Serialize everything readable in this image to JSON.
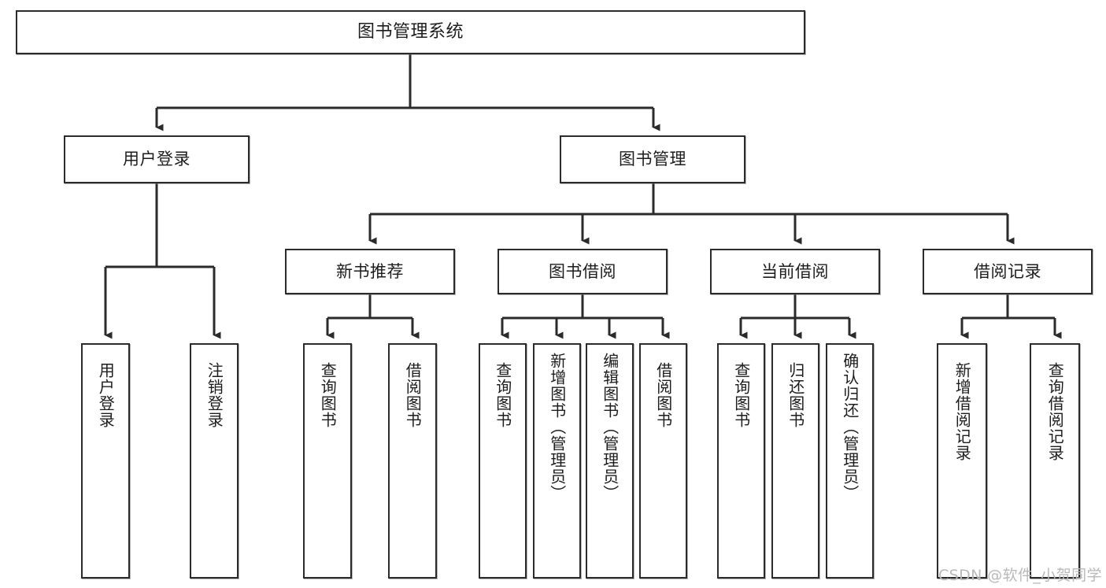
{
  "diagram": {
    "type": "tree-hierarchy",
    "title": "图书管理系统",
    "watermark": "CSDN @软件_小贺同学",
    "colors": {
      "stroke": "#2b2b2b",
      "fill": "#ffffff",
      "text": "#1d1d1d",
      "watermark": "#b9b9b9"
    },
    "levels": {
      "root": {
        "label": "图书管理系统"
      },
      "level2": [
        {
          "id": "user-login",
          "label": "用户登录"
        },
        {
          "id": "book-manage",
          "label": "图书管理"
        }
      ],
      "level3": [
        {
          "id": "new-book-rec",
          "label": "新书推荐",
          "parent": "book-manage"
        },
        {
          "id": "book-borrow",
          "label": "图书借阅",
          "parent": "book-manage"
        },
        {
          "id": "current-borrow",
          "label": "当前借阅",
          "parent": "book-manage"
        },
        {
          "id": "borrow-record",
          "label": "借阅记录",
          "parent": "book-manage"
        }
      ],
      "leaves": [
        {
          "id": "leaf-user-login",
          "label": "用户登录",
          "parent": "user-login"
        },
        {
          "id": "leaf-logout",
          "label": "注销登录",
          "parent": "user-login"
        },
        {
          "id": "leaf-query-book-1",
          "label": "查询图书",
          "parent": "new-book-rec"
        },
        {
          "id": "leaf-borrow-book-1",
          "label": "借阅图书",
          "parent": "new-book-rec"
        },
        {
          "id": "leaf-query-book-2",
          "label": "查询图书",
          "parent": "book-borrow"
        },
        {
          "id": "leaf-add-book",
          "label": "新增图书（管理员）",
          "parent": "book-borrow"
        },
        {
          "id": "leaf-edit-book",
          "label": "编辑图书（管理员）",
          "parent": "book-borrow"
        },
        {
          "id": "leaf-borrow-book-2",
          "label": "借阅图书",
          "parent": "book-borrow"
        },
        {
          "id": "leaf-query-book-3",
          "label": "查询图书",
          "parent": "current-borrow"
        },
        {
          "id": "leaf-return-book",
          "label": "归还图书",
          "parent": "current-borrow"
        },
        {
          "id": "leaf-confirm-return",
          "label": "确认归还（管理员）",
          "parent": "current-borrow"
        },
        {
          "id": "leaf-add-record",
          "label": "新增借阅记录",
          "parent": "borrow-record"
        },
        {
          "id": "leaf-query-record",
          "label": "查询借阅记录",
          "parent": "borrow-record"
        }
      ]
    }
  }
}
